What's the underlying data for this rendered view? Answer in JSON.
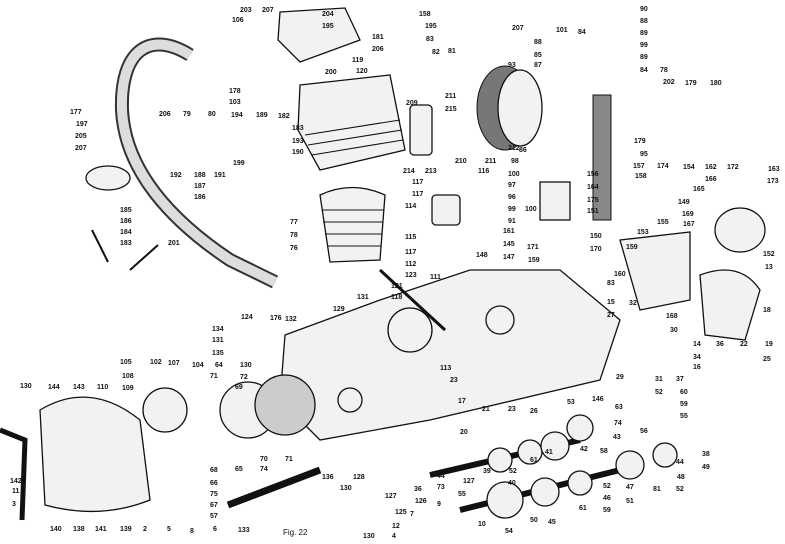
{
  "figure": {
    "caption": "Fig. 22"
  },
  "labels": [
    "203",
    "207",
    "204",
    "195",
    "106",
    "178",
    "103",
    "181",
    "206",
    "119",
    "120",
    "200",
    "177",
    "197",
    "205",
    "207",
    "206",
    "79",
    "80",
    "194",
    "189",
    "182",
    "183",
    "193",
    "190",
    "192",
    "191",
    "199",
    "188",
    "187",
    "186",
    "185",
    "186",
    "184",
    "183",
    "201",
    "77",
    "78",
    "76",
    "158",
    "195",
    "83",
    "81",
    "82",
    "207",
    "88",
    "101",
    "85",
    "87",
    "93",
    "211",
    "209",
    "215",
    "210",
    "211",
    "212",
    "98",
    "86",
    "100",
    "97",
    "214",
    "213",
    "116",
    "117",
    "117",
    "114",
    "96",
    "99",
    "100",
    "91",
    "161",
    "145",
    "171",
    "148",
    "147",
    "159",
    "115",
    "117",
    "112",
    "90",
    "88",
    "89",
    "99",
    "89",
    "84",
    "84",
    "78",
    "202",
    "179",
    "180",
    "179",
    "95",
    "157",
    "158",
    "156",
    "164",
    "175",
    "151",
    "174",
    "154",
    "149",
    "165",
    "162",
    "172",
    "163",
    "173",
    "166",
    "169",
    "167",
    "155",
    "153",
    "150",
    "159",
    "170",
    "152",
    "13",
    "123",
    "111",
    "160",
    "83",
    "15",
    "32",
    "27",
    "30",
    "168",
    "18",
    "36",
    "22",
    "19",
    "25",
    "14",
    "34",
    "16",
    "31",
    "37",
    "29",
    "52",
    "60",
    "59",
    "146",
    "53",
    "63",
    "55",
    "74",
    "56",
    "43",
    "42",
    "58",
    "38",
    "49",
    "44",
    "48",
    "17",
    "20",
    "21",
    "23",
    "26",
    "23",
    "113",
    "41",
    "61",
    "40",
    "39",
    "52",
    "44",
    "73",
    "55",
    "36",
    "126",
    "127",
    "9",
    "7",
    "52",
    "46",
    "61",
    "59",
    "47",
    "81",
    "52",
    "51",
    "50",
    "45",
    "10",
    "54",
    "176",
    "124",
    "132",
    "129",
    "131",
    "118",
    "121",
    "134",
    "131",
    "135",
    "130",
    "72",
    "105",
    "102",
    "107",
    "104",
    "64",
    "71",
    "69",
    "130",
    "144",
    "143",
    "110",
    "109",
    "108",
    "142",
    "11",
    "3",
    "140",
    "138",
    "141",
    "139",
    "2",
    "5",
    "8",
    "6",
    "57",
    "67",
    "75",
    "66",
    "68",
    "65",
    "74",
    "70",
    "71",
    "136",
    "128",
    "130",
    "133",
    "127",
    "125",
    "130",
    "12",
    "4"
  ]
}
